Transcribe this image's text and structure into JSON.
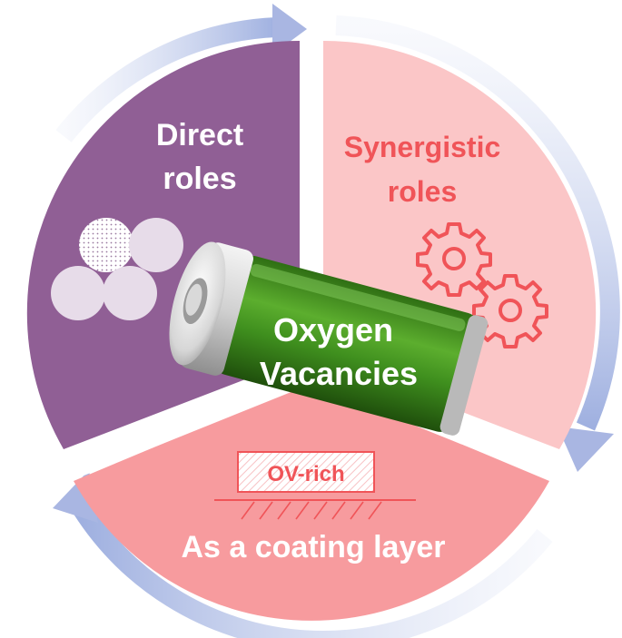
{
  "segments": {
    "direct": {
      "line1": "Direct",
      "line2": "roles",
      "fill": "#905f95",
      "text_color": "#ffffff"
    },
    "synergistic": {
      "line1": "Synergistic",
      "line2": "roles",
      "fill": "#fbc6c7",
      "text_color": "#f05458"
    },
    "coating": {
      "title": "As a coating layer",
      "badge": "OV-rich",
      "fill": "#f79b9e",
      "text_color": "#ffffff"
    }
  },
  "center": {
    "line1": "Oxygen",
    "line2": "Vacancies",
    "body_color": "#3f8f1e",
    "text_color": "#ffffff"
  },
  "icons": {
    "spheres": "sphere-cluster-icon",
    "gears": "gear-pair-icon",
    "battery": "battery-icon"
  },
  "colors": {
    "arrow": "#aab7e2",
    "gear": "#f05458",
    "badge_border": "#f05458",
    "divider": "#ffffff"
  }
}
